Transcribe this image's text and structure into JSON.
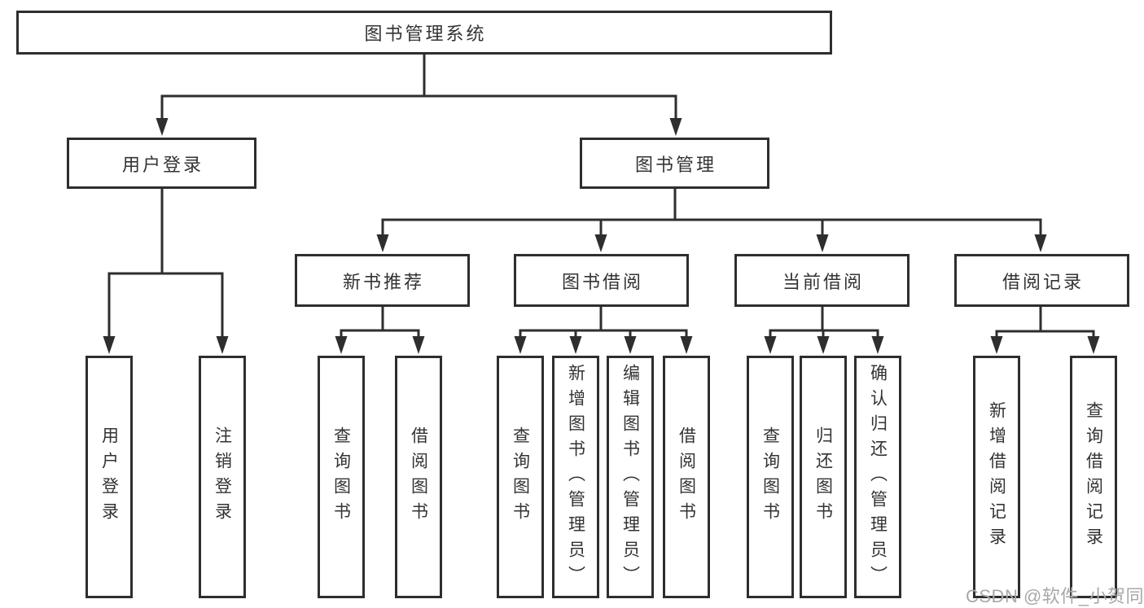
{
  "diagram": {
    "root": {
      "label": "图书管理系统",
      "children": [
        {
          "label": "用户登录",
          "children": [
            {
              "label": "用户登录"
            },
            {
              "label": "注销登录"
            }
          ]
        },
        {
          "label": "图书管理",
          "children": [
            {
              "label": "新书推荐",
              "children": [
                {
                  "label": "查询图书"
                },
                {
                  "label": "借阅图书"
                }
              ]
            },
            {
              "label": "图书借阅",
              "children": [
                {
                  "label": "查询图书"
                },
                {
                  "label": "新增图书（管理员）"
                },
                {
                  "label": "编辑图书（管理员）"
                },
                {
                  "label": "借阅图书"
                }
              ]
            },
            {
              "label": "当前借阅",
              "children": [
                {
                  "label": "查询图书"
                },
                {
                  "label": "归还图书"
                },
                {
                  "label": "确认归还（管理员）"
                }
              ]
            },
            {
              "label": "借阅记录",
              "children": [
                {
                  "label": "新增借阅记录"
                },
                {
                  "label": "查询借阅记录"
                }
              ]
            }
          ]
        }
      ]
    },
    "line_color": "#2e2e2e",
    "box_background": "#ffffff",
    "text_color": "#333333"
  },
  "watermark": {
    "text": "CSDN @软件_小贺同学",
    "color": "#a8a8a8"
  }
}
